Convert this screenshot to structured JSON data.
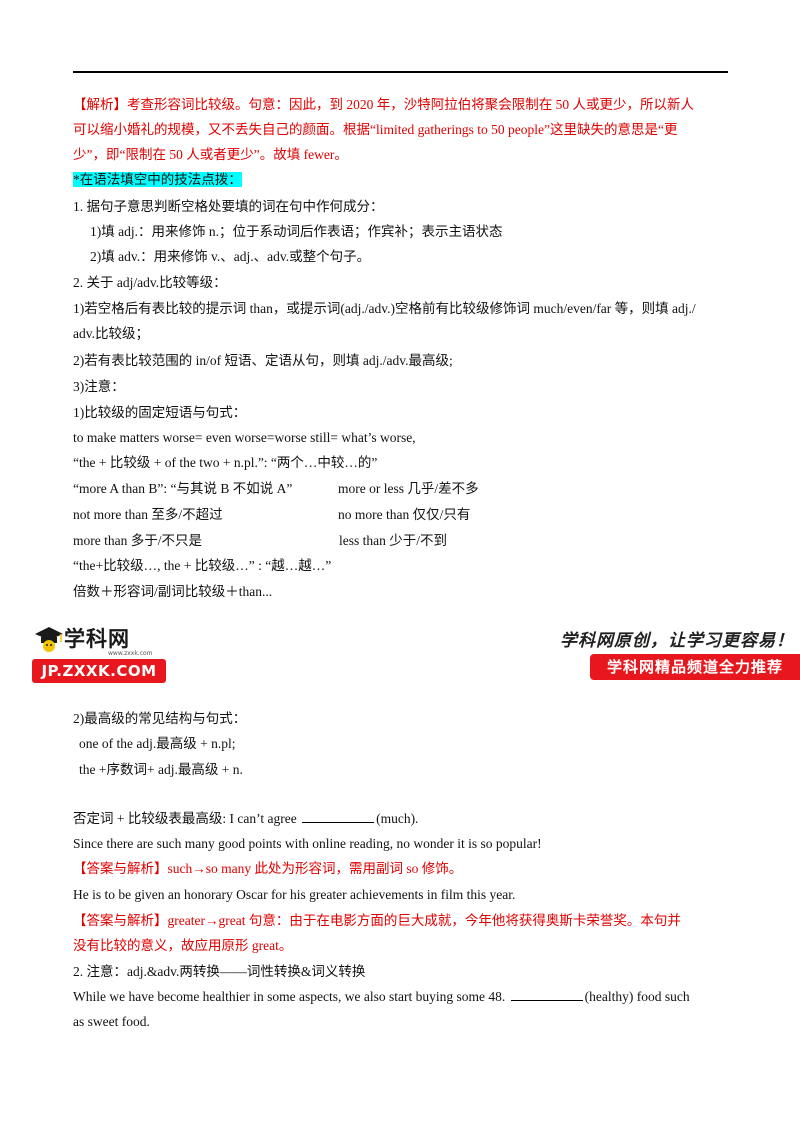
{
  "explain": {
    "l1": "【解析】考查形容词比较级。句意：因此，到 2020 年，沙特阿拉伯将聚会限制在 50 人或更少，所以新人",
    "l2": "可以缩小婚礼的规模，又不丢失自己的颜面。根据“limited gatherings to 50 people”这里缺失的意思是“更",
    "l3": "少”，即“限制在 50 人或者更少”。故填 fewer。"
  },
  "tips_heading": "*在语法填空中的技法点拨：",
  "point1": {
    "title": "1.  据句子意思判断空格处要填的词在句中作何成分：",
    "a": "1)填 adj.：用来修饰 n.；位于系动词后作表语；作宾补；表示主语状态",
    "b": "2)填 adv.：用来修饰 v.、adj.、adv.或整个句子。"
  },
  "point2": {
    "title": "2.  关于 adj/adv.比较等级：",
    "r1a": "1)若空格后有表比较的提示词 than，或提示词(adj./adv.)空格前有比较级修饰词 much/even/far 等，则填 adj./",
    "r1b": "adv.比较级；",
    "r2": "2)若有表比较范围的 in/of 短语、定语从句，则填 adj./adv.最高级;",
    "r3": "3)注意：",
    "r4": "1)比较级的固定短语与句式：",
    "p1": "to make matters worse= even worse=worse still= what’s worse,",
    "p2": "“the + 比较级 + of the two + n.pl.”: “两个…中较…的”",
    "p3a": "“more A than B”: “与其说 B 不如说 A”",
    "p3b": "more or less  几乎/差不多",
    "p4a": "not more than  至多/不超过",
    "p4b": "no more than  仅仅/只有",
    "p5a": "more than  多于/不只是",
    "p5b": "less than 少于/不到",
    "p6": "“the+比较级…, the + 比较级…” : “越…越…”",
    "p7": "倍数＋形容词/副词比较级＋than..."
  },
  "banner": {
    "logo_cn": "学科网",
    "logo_small": "www.zxxk.com",
    "logo_url": "JP.ZXXK.COM",
    "slogan": "学科网原创，让学习更容易！",
    "tag": "学科网精品频道全力推荐"
  },
  "superlative": {
    "title": "2)最高级的常见结构与句式：",
    "s1": "one of the adj.最高级  + n.pl;",
    "s2": "the +序数词+ adj.最高级  + n."
  },
  "examples": {
    "neg_a": "否定词 + 比较级表最高级: I can’t agree",
    "neg_b": "(much).",
    "e1": "Since there are such many good points with online reading, no wonder it is so popular!",
    "a1": "【答案与解析】such→so    many 此处为形容词，需用副词 so 修饰。",
    "e2": "He is to be given an honorary Oscar for his greater achievements in film this year.",
    "a2a": "【答案与解析】greater→great     句意：由于在电影方面的巨大成就，今年他将获得奥斯卡荣誉奖。本句并",
    "a2b": "没有比较的意义，故应用原形 great。",
    "note": "2.  注意：adj.&adv.两转换——词性转换&词义转换",
    "e3a": "  While we have become healthier in some aspects, we also start buying some 48.",
    "e3b": "(healthy) food such",
    "e3c": "as sweet food."
  }
}
